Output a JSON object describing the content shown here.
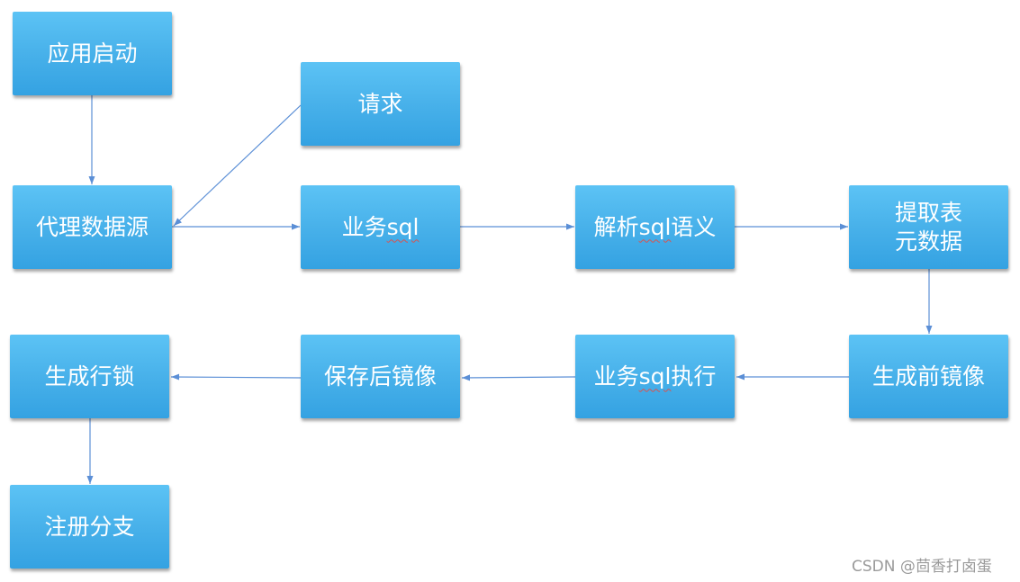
{
  "nodes": {
    "app_start": "应用启动",
    "request": "请求",
    "proxy_datasource": "代理数据源",
    "biz_sql_prefix": "业务",
    "biz_sql_word": "sql",
    "parse_prefix": "解析",
    "parse_word": "sql",
    "parse_suffix": "语义",
    "extract_metadata": "提取表\n元数据",
    "gen_lock": "生成行锁",
    "save_after_image": "保存后镜像",
    "exec_prefix": "业务",
    "exec_word": "sql",
    "exec_suffix": "执行",
    "gen_before_image": "生成前镜像",
    "register_branch": "注册分支"
  },
  "watermark": "CSDN @茴香打卤蛋",
  "colors": {
    "box_top": "#5cc3f5",
    "box_bottom": "#34a2e2",
    "arrow": "#5b8fd6",
    "text": "#ffffff"
  }
}
